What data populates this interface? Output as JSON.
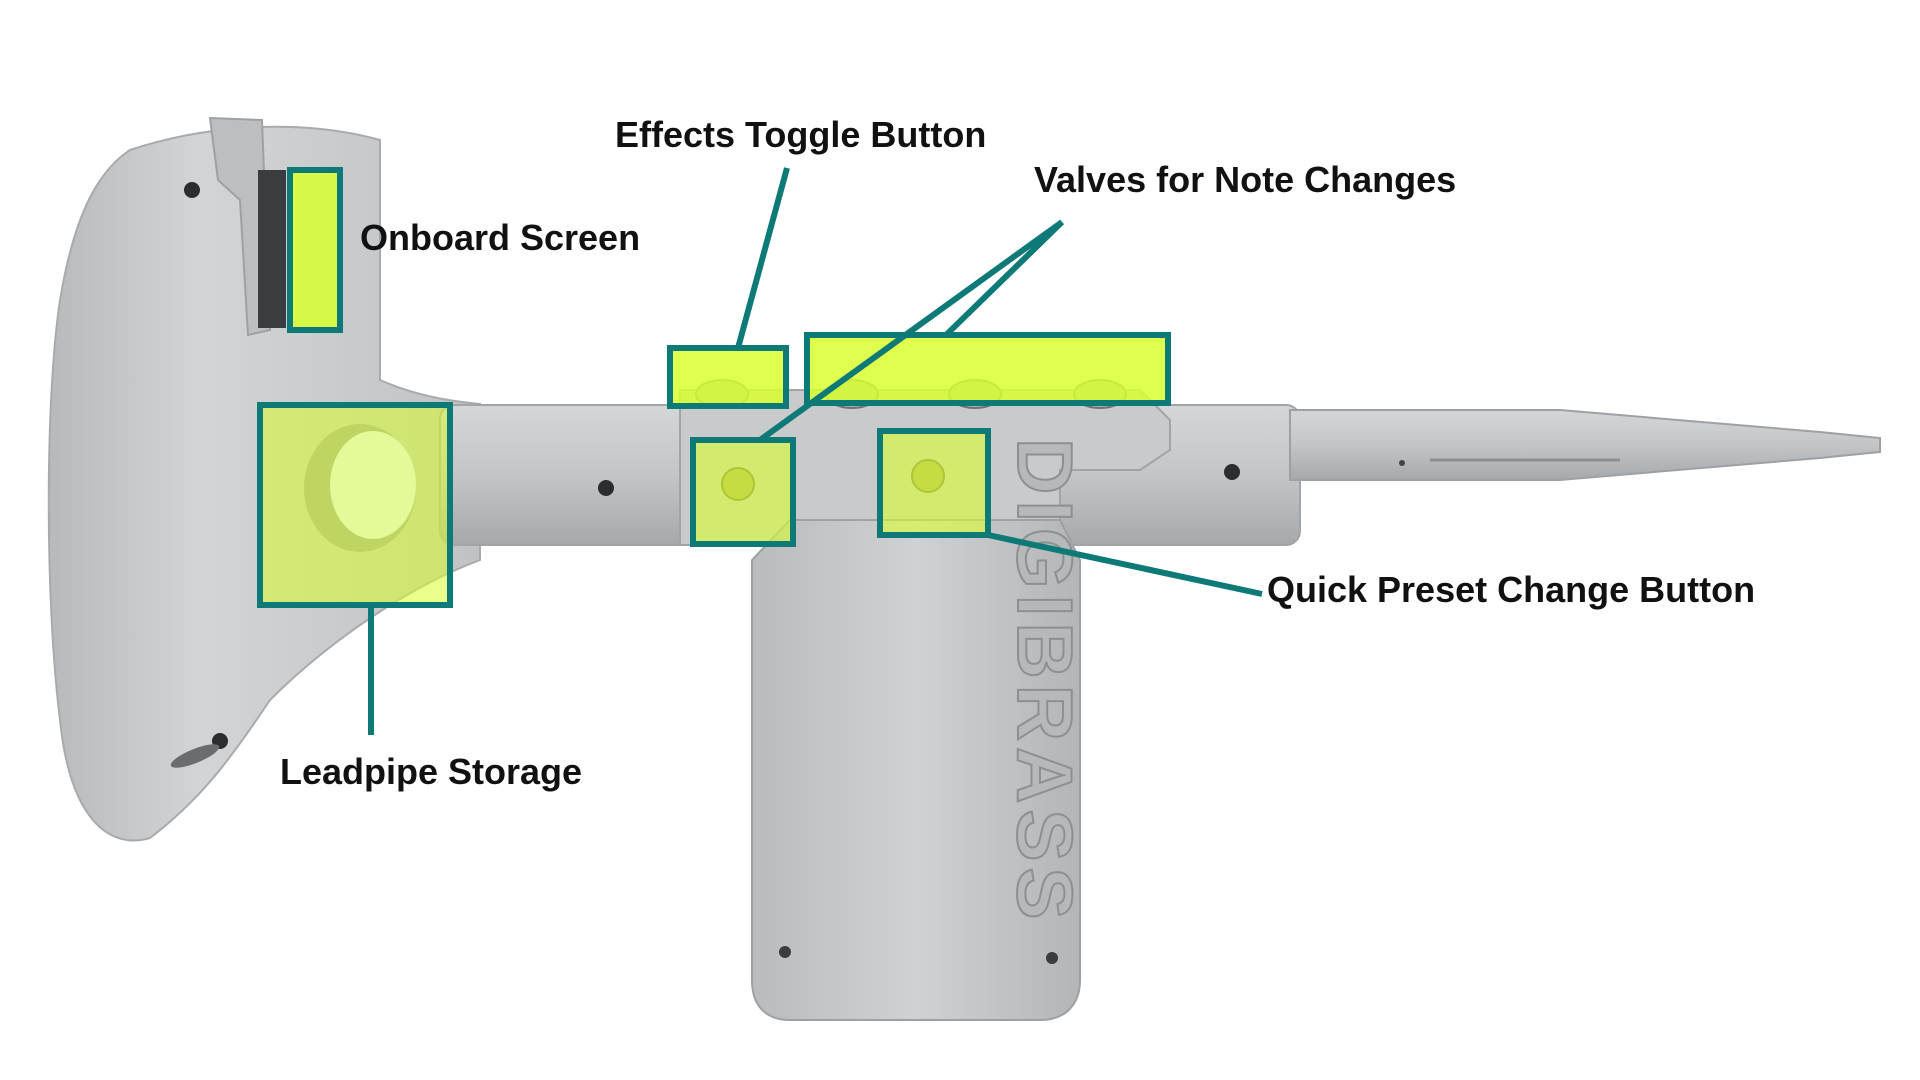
{
  "labels": {
    "effects_toggle": "Effects Toggle Button",
    "valves": "Valves for Note Changes",
    "onboard_screen": "Onboard Screen",
    "quick_preset": "Quick Preset Change Button",
    "leadpipe": "Leadpipe Storage"
  },
  "logo_text": "DIGIBRASS",
  "colors": {
    "highlight_fill": "#d8ff2e",
    "callout_border": "#0e7a78",
    "body_gray": "#c4c6c8",
    "body_shadow": "#9ea1a4",
    "label_text": "#111111"
  }
}
